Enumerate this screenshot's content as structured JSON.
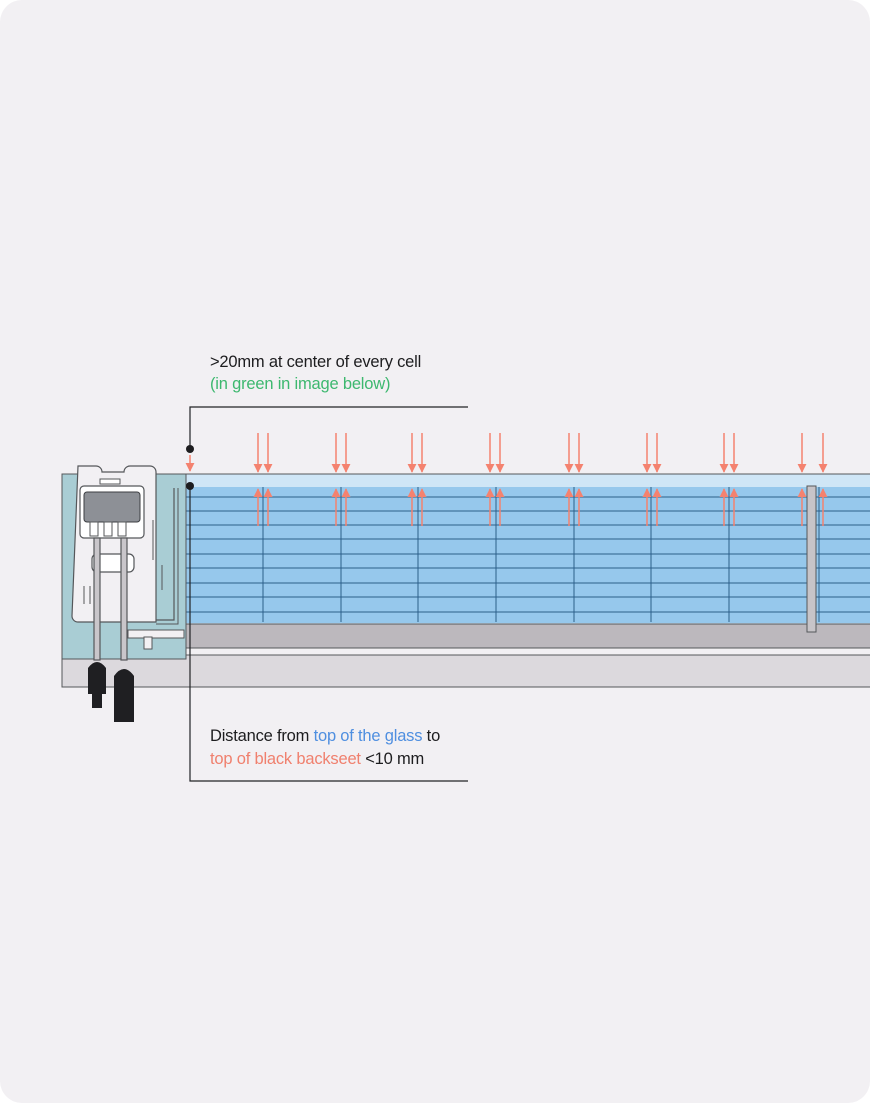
{
  "annotation_top": {
    "line1": ">20mm at center of every cell",
    "line2": "(in green in image below)"
  },
  "annotation_bottom": {
    "prefix": "Distance from ",
    "glass_text": "top of the glass",
    "middle": " to",
    "backseet_text": "top of black backseet",
    "suffix": " <10 mm"
  },
  "colors": {
    "glass": "#96c8ec",
    "glass_line": "#2c5f89",
    "frame": "#bcb8bd",
    "arrow": "#f4826f",
    "highlight_green": "#3db86f",
    "highlight_blue": "#4f8fe0",
    "highlight_coral": "#f0806e"
  }
}
